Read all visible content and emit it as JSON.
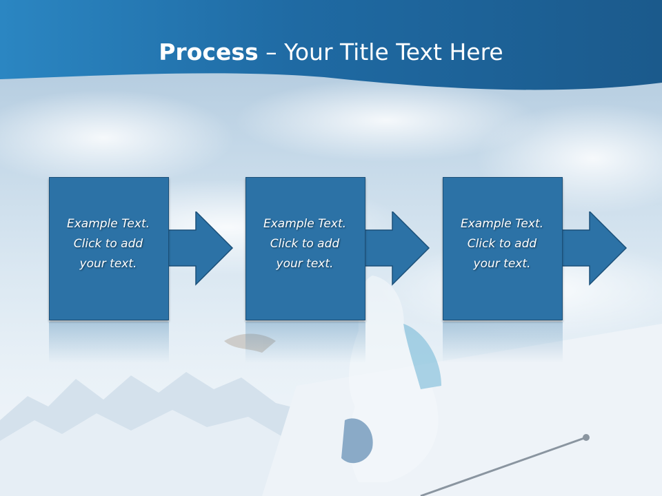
{
  "title": {
    "bold": "Process",
    "rest": " – Your Title Text Here"
  },
  "steps": [
    {
      "text": "Example Text.\nClick  to add\nyour text."
    },
    {
      "text": "Example Text.\nClick  to add\nyour text."
    },
    {
      "text": "Example Text.\nClick  to add\nyour text."
    }
  ],
  "colors": {
    "header": "#1d5f94",
    "box": "#2c72a6",
    "box_border": "#1a4f78",
    "text": "#ffffff"
  }
}
